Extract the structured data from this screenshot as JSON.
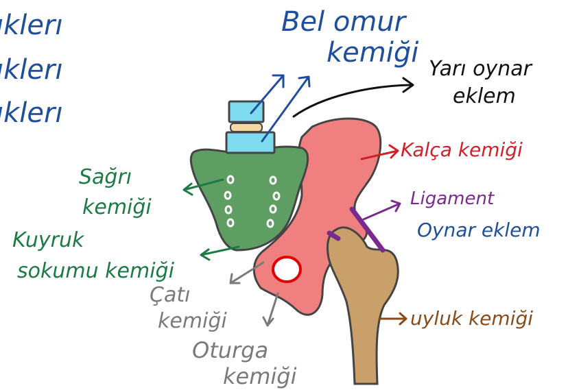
{
  "labels": {
    "left_partial": [
      "ıklerı",
      "ıklerı",
      "ıklerı"
    ],
    "bel_omur_line1": "Bel omur",
    "bel_omur_line2": "kemiği",
    "yari_oynar_line1": "Yarı oynar",
    "yari_oynar_line2": "eklem",
    "kalca": "Kalça kemiği",
    "sagri_line1": "Sağrı",
    "sagri_line2": "kemiği",
    "kuyruk_line1": "Kuyruk",
    "kuyruk_line2": "sokumu kemiği",
    "ligament": "Ligament",
    "oynar_eklem": "Oynar eklem",
    "cati_line1": "Çatı",
    "cati_line2": "kemiği",
    "oturga_line1": "Oturga",
    "oturga_line2": "kemiği",
    "uyluk": "uyluk kemiği"
  },
  "colors": {
    "blue_ink": "#1f4e9c",
    "black_ink": "#111111",
    "red_ink": "#d0202a",
    "green_ink": "#1c7a45",
    "purple_ink": "#7a2a8f",
    "gray_ink": "#7a7a7a",
    "brown_ink": "#8a4a1a",
    "vertebra_fill": "#7fdcf0",
    "disc_fill": "#f4d9a2",
    "sacrum_fill": "#5f9e63",
    "hip_fill": "#f08080",
    "femur_fill": "#c9a06a",
    "hole_fill": "#ffffff"
  }
}
